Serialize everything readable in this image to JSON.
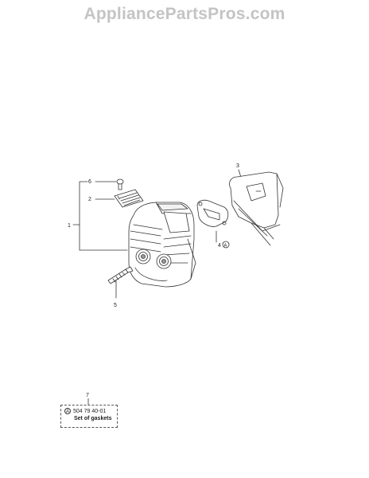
{
  "watermark": "AppliancePartsPros.com",
  "callouts": {
    "c1": "1",
    "c2": "2",
    "c3": "3",
    "c4": "4",
    "c4_badge": "A",
    "c5": "5",
    "c6": "6",
    "c7": "7"
  },
  "kit": {
    "badge": "A",
    "part_number": "504 79 40-01",
    "description": "Set of gaskets"
  }
}
